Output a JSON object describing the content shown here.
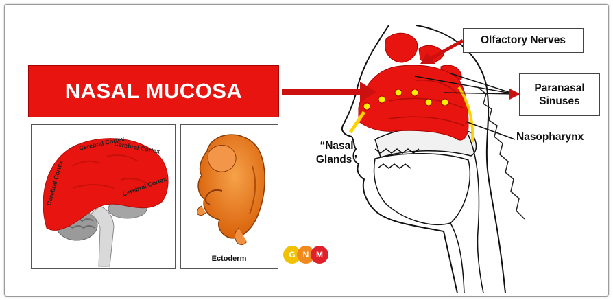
{
  "title": "NASAL MUCOSA",
  "brain_labels": [
    "Cerebral Cortex",
    "Cerebral Cortex",
    "Cerebral Cortex",
    "Cerebral Cortex"
  ],
  "embryo_label": "Ectoderm",
  "anatomy_labels": {
    "olfactory": "Olfactory Nerves",
    "paranasal_line1": "Paranasal",
    "paranasal_line2": "Sinuses",
    "nasopharynx": "Nasopharynx",
    "nasal_glands_line1": "“Nasal",
    "nasal_glands_line2": "Glands”"
  },
  "logo": {
    "letters": [
      "G",
      "N",
      "M"
    ],
    "colors": [
      "#f2c200",
      "#f08a1e",
      "#e0202a"
    ]
  },
  "colors": {
    "accent_red": "#e8140f",
    "gland_yellow": "#ffee00"
  }
}
